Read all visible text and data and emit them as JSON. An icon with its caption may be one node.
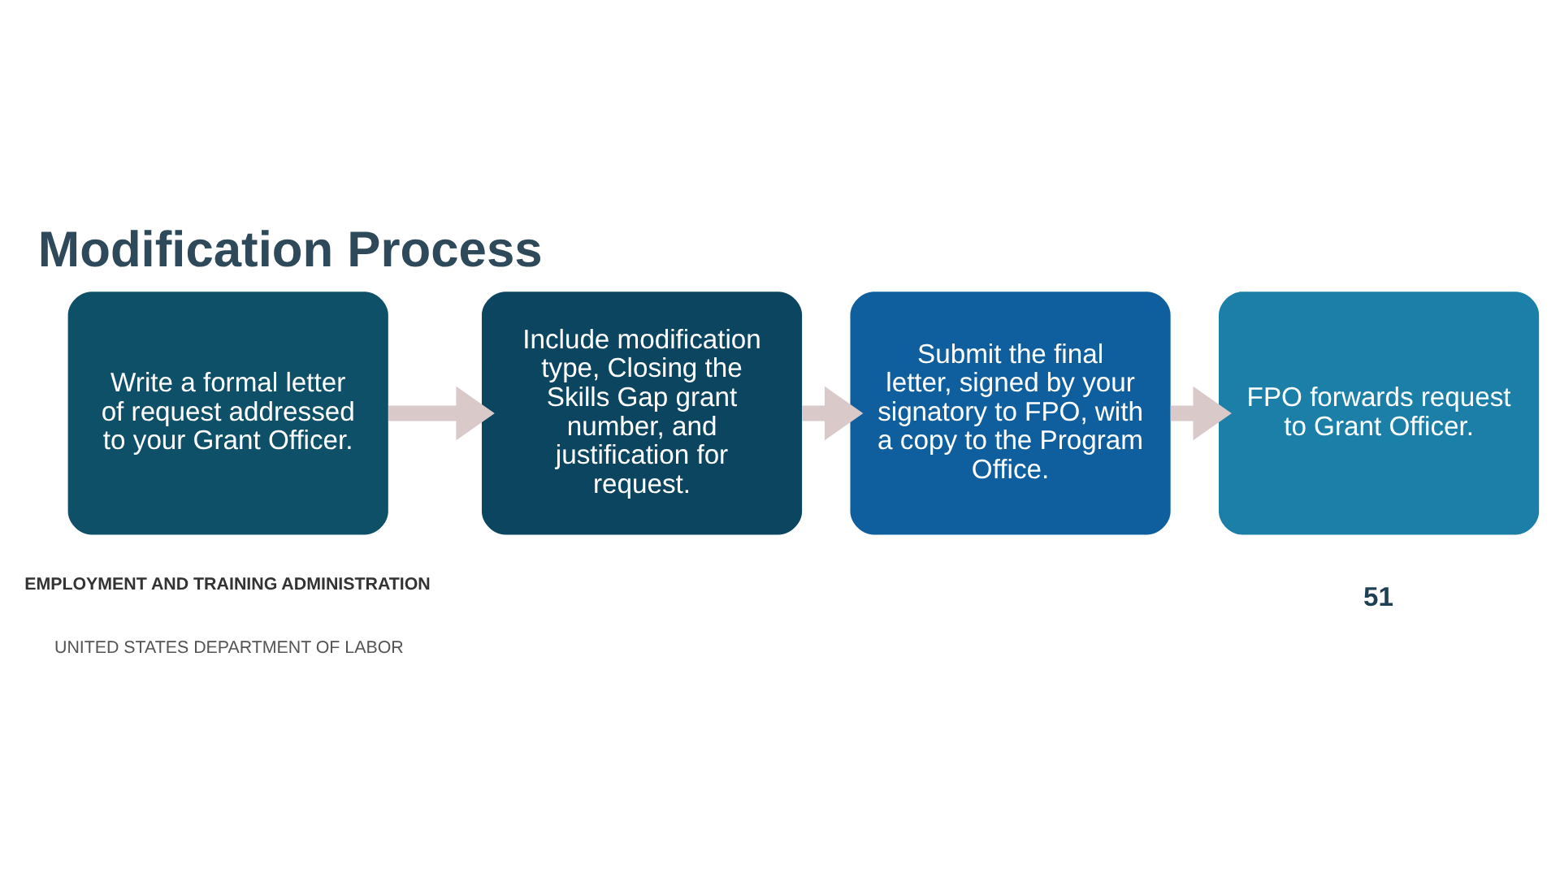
{
  "diagram": {
    "title": "Modification Process",
    "nodes": [
      {
        "text": [
          "Write a formal letter of request addressed to your Grant Officer."
        ]
      },
      {
        "text": [
          "Include modification type, Closing the Skills Gap grant number, and justification for request."
        ]
      },
      {
        "text": [
          "Submit the final letter, signed by your signatory to FPO, with a copy to the Program Office."
        ]
      },
      {
        "text": [
          "FPO forwards request to Grant Officer."
        ]
      }
    ],
    "edges": [
      {
        "from": 0,
        "to": 1,
        "arrow": "to"
      },
      {
        "from": 1,
        "to": 2,
        "arrow": "to"
      },
      {
        "from": 2,
        "to": 3,
        "arrow": "to"
      }
    ],
    "labels": [
      "EMPLOYMENT AND TRAINING ADMINISTRATION",
      "UNITED STATES DEPARTMENT OF LABOR",
      "51"
    ]
  }
}
